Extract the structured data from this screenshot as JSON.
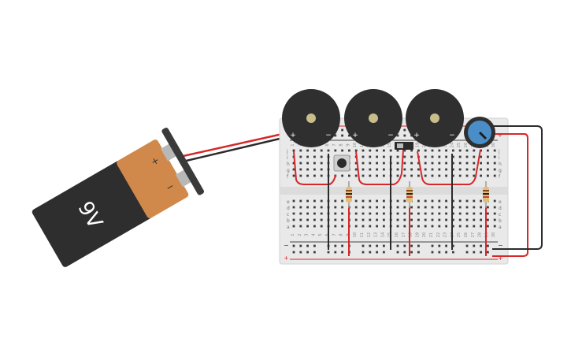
{
  "battery": {
    "label": "9V",
    "plus": "+",
    "minus": "−",
    "body_color": "#2e2e2e",
    "cap_color": "#d0894a"
  },
  "breadboard": {
    "row_letters_top": [
      "j",
      "i",
      "h",
      "g",
      "f"
    ],
    "row_letters_bottom": [
      "e",
      "d",
      "c",
      "b",
      "a"
    ],
    "rail_plus": "+",
    "rail_minus": "−",
    "column_numbers": [
      "1",
      "2",
      "3",
      "4",
      "5",
      "6",
      "7",
      "8",
      "9",
      "10",
      "11",
      "12",
      "13",
      "14",
      "15",
      "16",
      "17",
      "18",
      "19",
      "20",
      "21",
      "22",
      "23",
      "24",
      "25",
      "26",
      "27",
      "28",
      "29",
      "30"
    ]
  },
  "buzzers": [
    {
      "plus": "+",
      "minus": "−"
    },
    {
      "plus": "+",
      "minus": "−"
    },
    {
      "plus": "+",
      "minus": "−"
    }
  ],
  "colors": {
    "wire_red": "#d6282b",
    "wire_black": "#2b2b2b",
    "board": "#e9e9e9",
    "pot": "#4a8ec9"
  }
}
